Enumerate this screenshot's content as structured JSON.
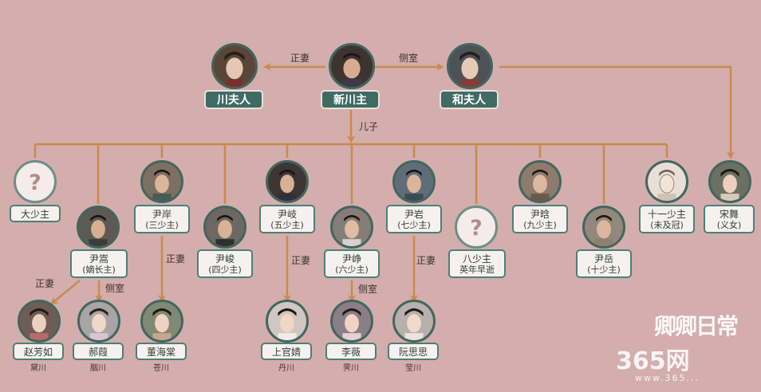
{
  "relations": {
    "wife": "正妻",
    "concubine": "侧室",
    "son": "儿子"
  },
  "people": {
    "chuan_furen": {
      "name": "川夫人"
    },
    "xinchuan_zhu": {
      "name": "新川主"
    },
    "he_furen": {
      "name": "和夫人"
    },
    "da_shaozhu": {
      "name": "大少主"
    },
    "yin_song": {
      "name": "尹嵩",
      "title": "(嫡长主)"
    },
    "yin_an": {
      "name": "尹岸",
      "title": "(三少主)"
    },
    "yin_jun": {
      "name": "尹峻",
      "title": "(四少主)"
    },
    "yin_qi": {
      "name": "尹岐",
      "title": "(五少主)"
    },
    "yin_zheng": {
      "name": "尹峥",
      "title": "(六少主)"
    },
    "yin_yan": {
      "name": "尹岩",
      "title": "(七少主)"
    },
    "ba_shaozhu": {
      "name": "八少主",
      "title": "英年早逝"
    },
    "yin_han": {
      "name": "尹晗",
      "title": "(九少主)"
    },
    "yin_yue": {
      "name": "尹岳",
      "title": "(十少主)"
    },
    "shiyi_shaozhu": {
      "name": "十一少主",
      "title": "(未及冠)"
    },
    "song_wu": {
      "name": "宋舞",
      "title": "(义女)"
    },
    "zhao_fangru": {
      "name": "赵芳如",
      "place": "黛川"
    },
    "hao_xia": {
      "name": "郝葭",
      "place": "胭川"
    },
    "dong_haitang": {
      "name": "董海棠",
      "place": "苍川"
    },
    "shangguan_jing": {
      "name": "上官婧",
      "place": "丹川"
    },
    "li_wei": {
      "name": "李薇",
      "place": "霁川"
    },
    "ruan_sisi": {
      "name": "阮思思",
      "place": "莹川"
    }
  },
  "watermark": {
    "line1": "卿卿日常",
    "site": "365网",
    "url": "www.365..."
  },
  "colors": {
    "background": "#d3aeac",
    "line": "#c98a4e",
    "frame": "#41675f",
    "label_dark": "#3f6b64"
  }
}
